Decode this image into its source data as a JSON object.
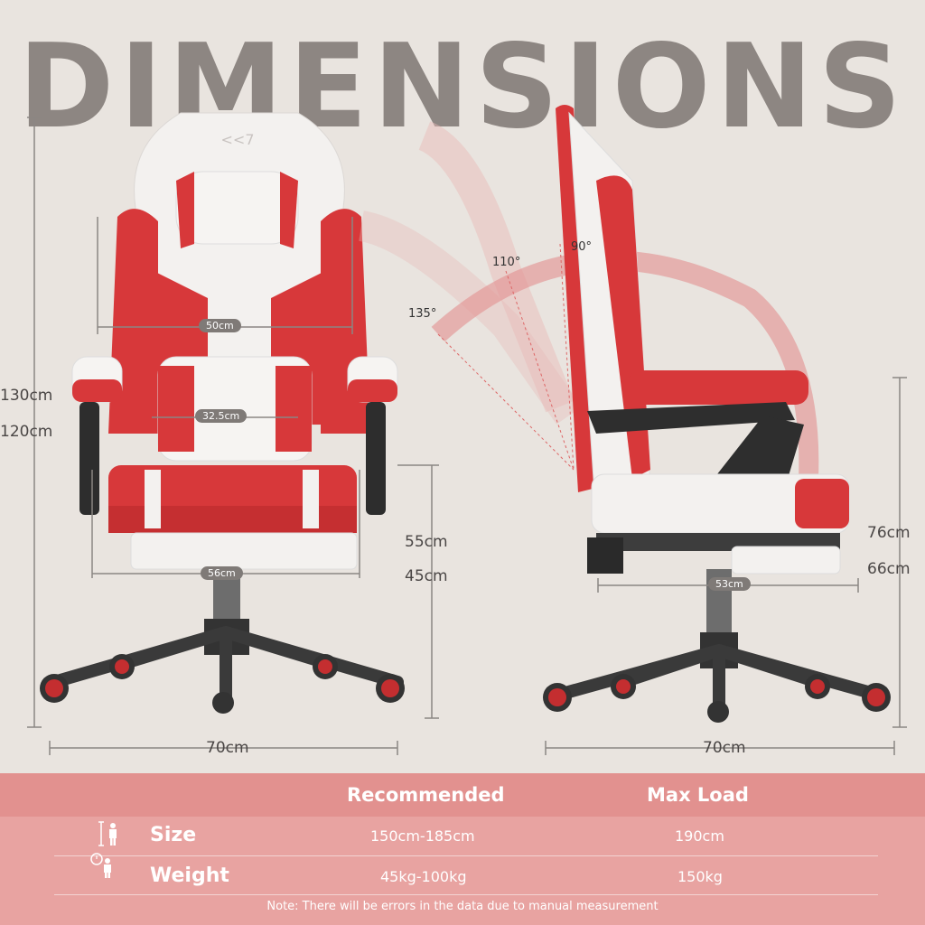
{
  "title": "DIMENSIONS",
  "front_view": {
    "height_max": "130cm",
    "height_min": "120cm",
    "backrest_width": "50cm",
    "lumbar_width": "32.5cm",
    "seat_width": "56cm",
    "seat_height_max": "55cm",
    "seat_height_min": "45cm",
    "base_width": "70cm"
  },
  "side_view": {
    "angles": [
      "90°",
      "110°",
      "135°"
    ],
    "seat_depth": "53cm",
    "armrest_height_max": "76cm",
    "armrest_height_min": "66cm",
    "base_width": "70cm"
  },
  "table": {
    "col_recommended": "Recommended",
    "col_max_load": "Max Load",
    "rows": [
      {
        "label": "Size",
        "icon": "height-person-icon",
        "recommended": "150cm-185cm",
        "max": "190cm"
      },
      {
        "label": "Weight",
        "icon": "weight-person-icon",
        "recommended": "45kg-100kg",
        "max": "150kg"
      }
    ],
    "note": "Note: There will be errors in the data due to manual measurement"
  },
  "colors": {
    "accent_red": "#d7383a",
    "table_bg": "#e8a3a1",
    "title_grey": "#8d8682"
  }
}
